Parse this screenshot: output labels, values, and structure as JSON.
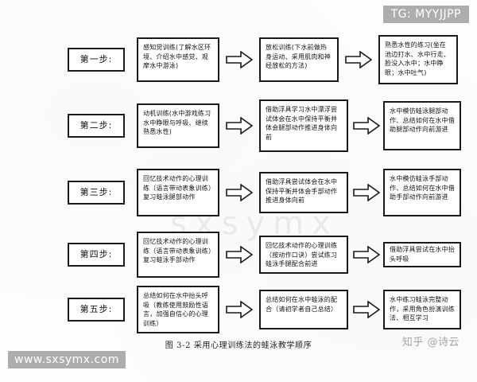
{
  "figure": {
    "caption": "图 3-2 采用心理训练法的蛙泳教学顺序",
    "ghost_watermark": "sxsymx"
  },
  "watermarks": {
    "top_right_badge": "TG: MYYJJPP",
    "bottom_left_url": "www.sxsymx.com",
    "zhihu": "知乎 @诗云"
  },
  "flow": {
    "arrow_icon": "right-block-arrow-icon",
    "rows": [
      {
        "step_label": "第一步:",
        "boxes": [
          "感知觉训练(了解水区环境、介绍水中感觉、观摩水中游泳)",
          "放松训练(下水前做热身运动、采用肌肉和神经放松的方法)",
          "熟悉水性的练习(坐在池边打水、水中行走、脸没入水中；水中睁眼；水中吐气)"
        ]
      },
      {
        "step_label": "第二步:",
        "boxes": [
          "动机训练(水中游戏练习水中睁眼与呼吸、继续熟悉水性)",
          "借助浮具学习水中漂浮尝试体会在水中保持平衡并体会腿部动作推进身体向前",
          "水中模仿蛙泳腿部动作、总结如何在水中借助腿部动作向前游进"
        ]
      },
      {
        "step_label": "第三步:",
        "boxes": [
          "回忆技术动作的心理训练（语言带动表象训练）复习蛙泳腿部动作",
          "借助浮具尝试体会在水中保持平衡并体会手部动作推进身体向前",
          "水中模仿蛙泳手部动作、总结如何在水中借助手部动作向前游进"
        ]
      },
      {
        "step_label": "第四步:",
        "boxes": [
          "回忆技术动作的心理训练（语言带动表象训练）复习蛙泳手部动作",
          "回忆技术动作的心理训练（按动作口诀）尝试练习蛙泳手腿配合前进",
          "借助浮具尝试在水中抬头呼吸"
        ]
      },
      {
        "step_label": "第五步:",
        "boxes": [
          "总结如何在水中抬头呼吸（教练使用鼓励性语言，加强自信心的心理训练）",
          "总结如何在水中蛙泳的配合（请初学者自己总结）",
          "水中练习蛙泳完整动作，采用角色扮演训练法、相互学习"
        ]
      }
    ]
  },
  "colors": {
    "ink": "#1a1a1a",
    "paper": "#ffffff",
    "watermark_badge": "#adadad"
  }
}
